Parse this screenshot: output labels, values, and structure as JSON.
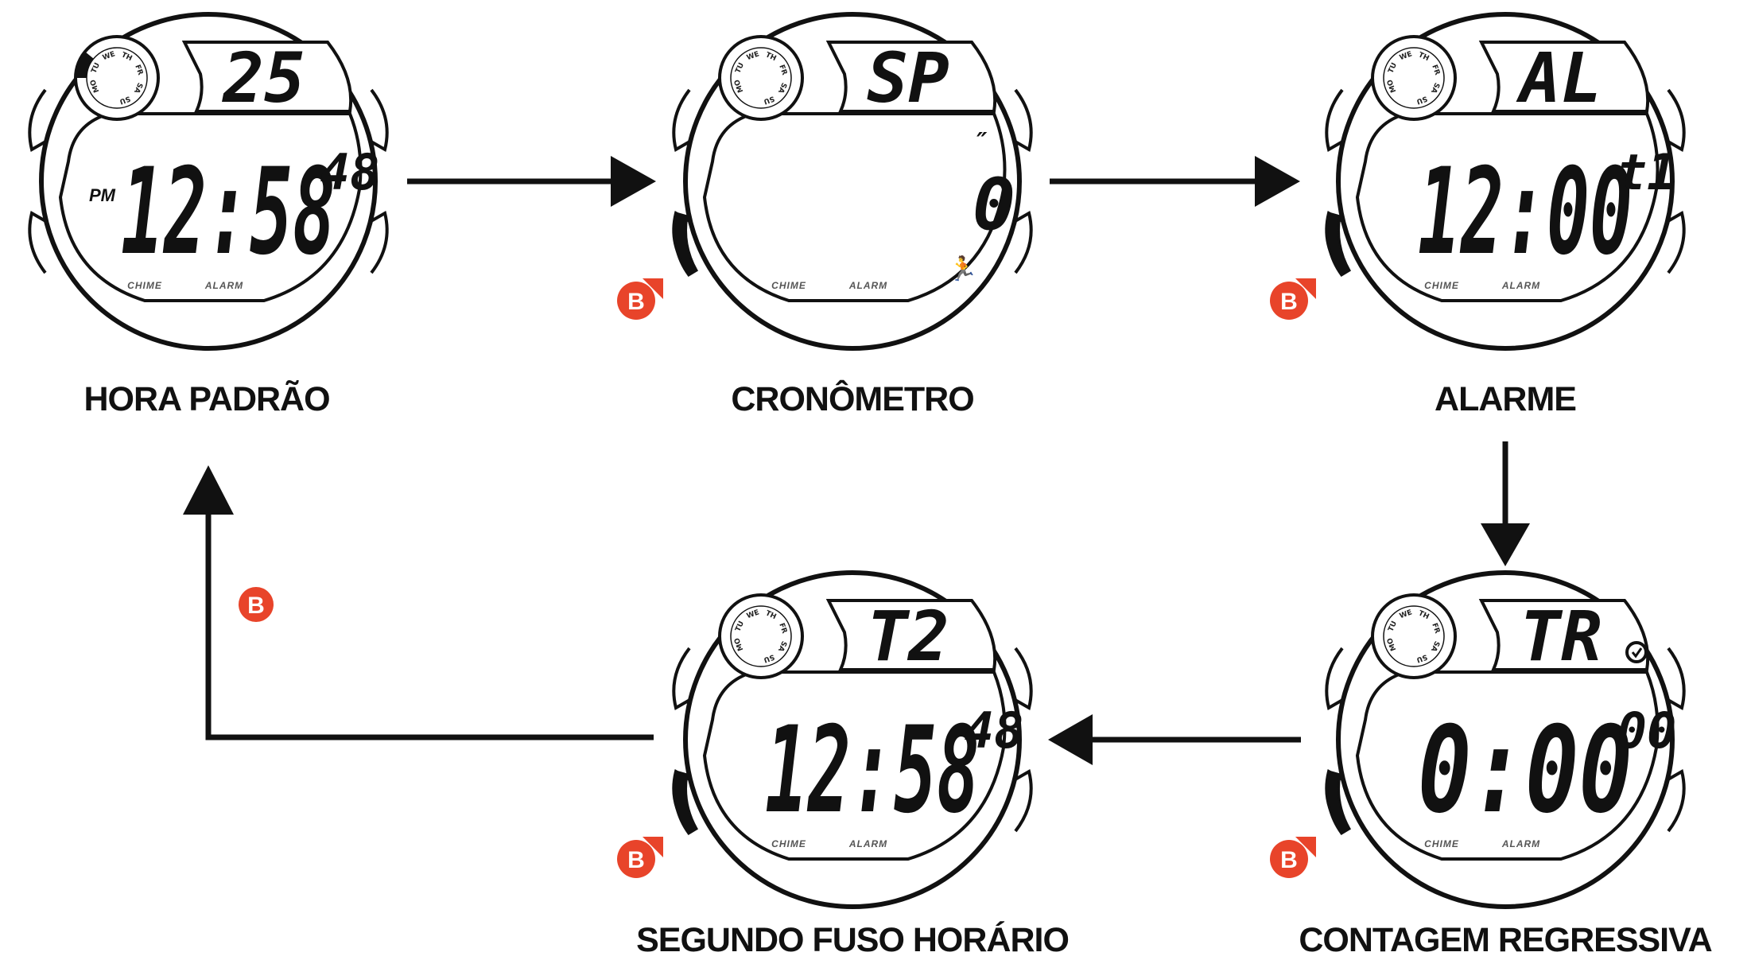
{
  "colors": {
    "stroke": "#111111",
    "button_b": "#e8442a",
    "text_dim": "#555555"
  },
  "icons": {
    "mode_button": "b-button-icon",
    "flow_arrow": "arrow-icon"
  },
  "button_letter": "B",
  "day_labels": [
    "MO",
    "TU",
    "WE",
    "TH",
    "FR",
    "SA",
    "SU"
  ],
  "watches": [
    {
      "id": "standard-time",
      "caption": "HORA PADRÃO",
      "top": "25",
      "main": "12:58",
      "sec": "48",
      "ampm": "PM",
      "chime": "CHIME",
      "alarm": "ALARM"
    },
    {
      "id": "stopwatch",
      "caption": "CRONÔMETRO",
      "top": "SP",
      "main": "",
      "sec": "0",
      "ampm": "",
      "chime": "CHIME",
      "alarm": "ALARM"
    },
    {
      "id": "alarm",
      "caption": "ALARME",
      "top": "AL",
      "main": "12:00",
      "sec": "t1",
      "ampm": "",
      "chime": "CHIME",
      "alarm": "ALARM"
    },
    {
      "id": "countdown",
      "caption": "CONTAGEM REGRESSIVA",
      "top": "TR",
      "main": "0:00",
      "sec": "00",
      "ampm": "",
      "chime": "CHIME",
      "alarm": "ALARM"
    },
    {
      "id": "second-timezone",
      "caption": "SEGUNDO FUSO HORÁRIO",
      "top": "T2",
      "main": "12:58",
      "sec": "48",
      "ampm": "",
      "chime": "CHIME",
      "alarm": "ALARM"
    }
  ]
}
